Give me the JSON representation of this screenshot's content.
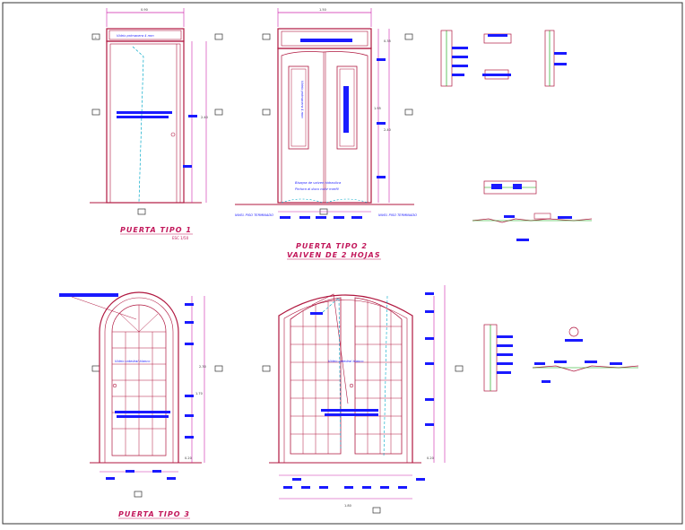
{
  "sheet": {
    "titles": {
      "door1": "PUERTA TIPO 1",
      "door1_scale": "ESC 1/50",
      "door2_line1": "PUERTA TIPO 2",
      "door2_line2": "VAIVEN DE 2 HOJAS",
      "door3": "PUERTA TIPO 3"
    },
    "notes": {
      "door1_glass": "Vidrio primavera 4 mm",
      "door2_glass": "Vidrio primavera 4 mm",
      "door2_leaf": "Vidrio primavera 4 mm",
      "door2_hinge_line1": "Bisagra de vaiven hidraulica",
      "door2_hinge_line2": "Pintura al duco color marfil",
      "door2_left_level": "NIVEL PISO TERMINADO",
      "door2_right_level": "NIVEL PISO TERMINADO",
      "door3_glass": "Vidrio catedral blanco",
      "door4_glass": "Vidrio catedral blanco"
    },
    "dimensions": {
      "door1_width": "0.90",
      "door1_height": "2.40",
      "door1_level": "0.20",
      "door2_width": "1.50",
      "door2_top": "0.35",
      "door2_mid": "1.95",
      "door2_height": "2.40",
      "door3_height": "2.30",
      "door3_lower": "1.70",
      "door3_base": "0.20",
      "door4_width": "1.80",
      "door4_base": "0.20"
    },
    "colors": {
      "frame": "#b0173f",
      "dimension": "#cc22aa",
      "annotation": "#1a1aff",
      "cyan": "#00a8c8",
      "border": "#333333"
    }
  }
}
